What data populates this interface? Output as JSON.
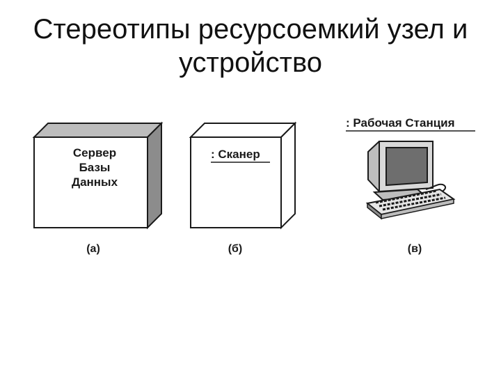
{
  "title": {
    "line1": "Стереотипы ресурсоемкий узел и",
    "line2": "устройство"
  },
  "figures": {
    "a": {
      "label_lines": [
        "Сервер",
        "Базы",
        "Данных"
      ],
      "caption": "(а)"
    },
    "b": {
      "label": ": Сканер",
      "caption": "(б)"
    },
    "c": {
      "label": ": Рабочая Станция",
      "caption": "(в)",
      "icon": "workstation-computer-icon"
    }
  },
  "colors": {
    "box_front": "#ffffff",
    "box_side": "#8c8c8c",
    "box_top": "#bdbdbd",
    "stroke": "#1a1a1a"
  }
}
